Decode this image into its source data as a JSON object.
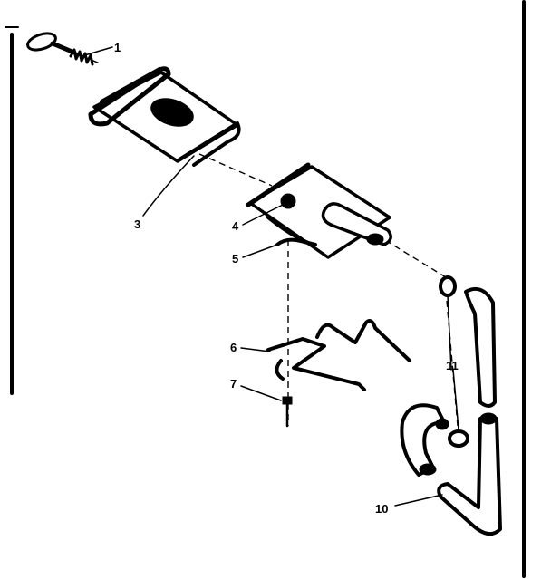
{
  "diagram": {
    "callouts": [
      {
        "id": "1",
        "text": "1"
      },
      {
        "id": "3",
        "text": "3"
      },
      {
        "id": "4",
        "text": "4"
      },
      {
        "id": "5",
        "text": "5"
      },
      {
        "id": "6",
        "text": "6"
      },
      {
        "id": "7",
        "text": "7"
      },
      {
        "id": "10",
        "text": "10"
      },
      {
        "id": "11",
        "text": "11"
      }
    ],
    "colors": {
      "ink": "#000000",
      "paper": "#ffffff"
    }
  }
}
